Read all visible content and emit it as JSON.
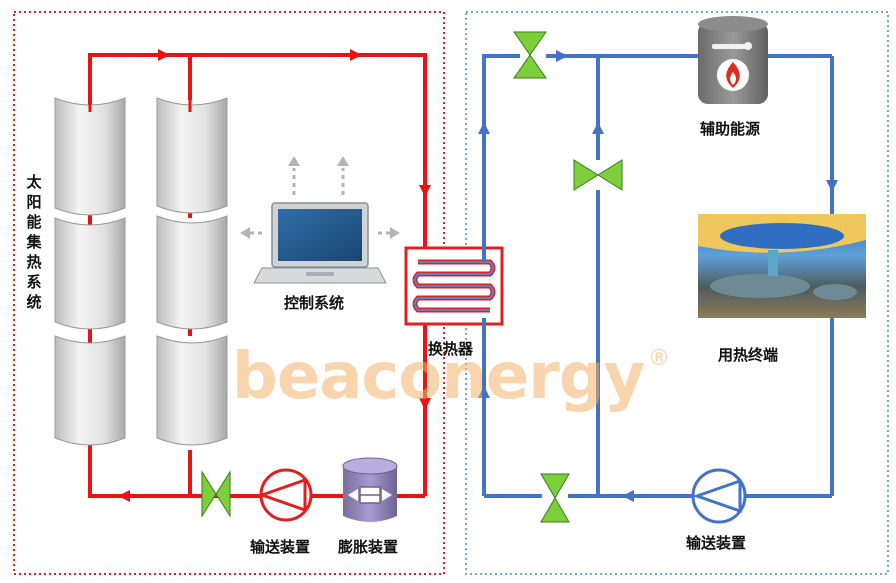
{
  "labels": {
    "solar_system": "太阳能集热系统",
    "control_system": "控制系统",
    "heat_exchanger": "换热器",
    "aux_energy": "辅助能源",
    "heat_terminal": "用热终端",
    "pump_left": "输送装置",
    "expansion": "膨胀装置",
    "pump_right": "输送装置"
  },
  "watermark": {
    "text": "beaconergy",
    "mark": "®"
  },
  "colors": {
    "hot_loop": "#e81414",
    "cold_loop": "#4472c4",
    "valve": "#7ccf3a",
    "left_border": "#e02020",
    "right_border": "#6aa9d8"
  }
}
